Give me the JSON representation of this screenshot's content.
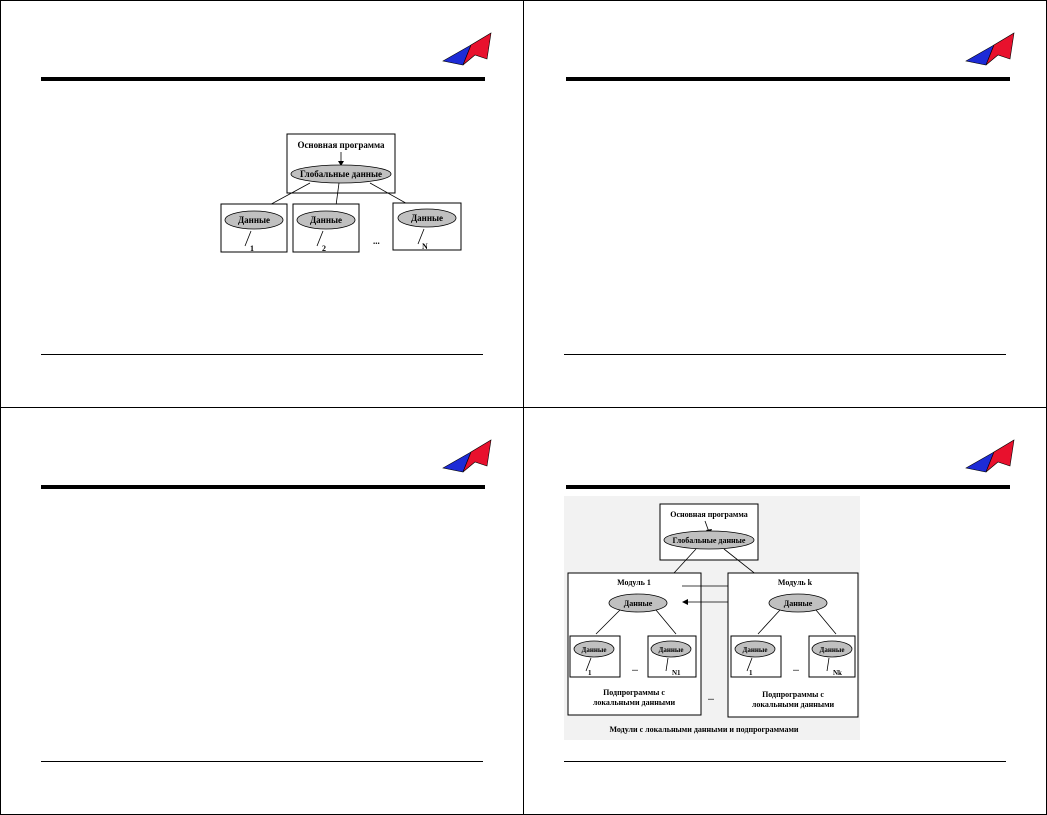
{
  "diagram1": {
    "main_program": "Основная программа",
    "global_data": "Глобальные данные",
    "data_label": "Данные",
    "sub_labels": [
      "1",
      "2",
      "N"
    ],
    "ellipsis": "..."
  },
  "diagram2": {
    "main_program": "Основная программа",
    "global_data": "Глобальные данные",
    "module_1": "Модуль 1",
    "module_k": "Модуль k",
    "data_label": "Данные",
    "sub_labels_left": [
      "1",
      "N1"
    ],
    "sub_labels_right": [
      "1",
      "Nk"
    ],
    "ellipsis": "...",
    "subprograms_line1": "Подпрограммы с",
    "subprograms_line2": "локальными данными",
    "caption": "Модули с локальными данными и подпрограммами"
  },
  "colors": {
    "logo_red": "#e8112d",
    "logo_blue": "#1d2bd6",
    "ellipse_fill": "#c0c0c0",
    "diagram_bg": "#f2f2f2"
  }
}
